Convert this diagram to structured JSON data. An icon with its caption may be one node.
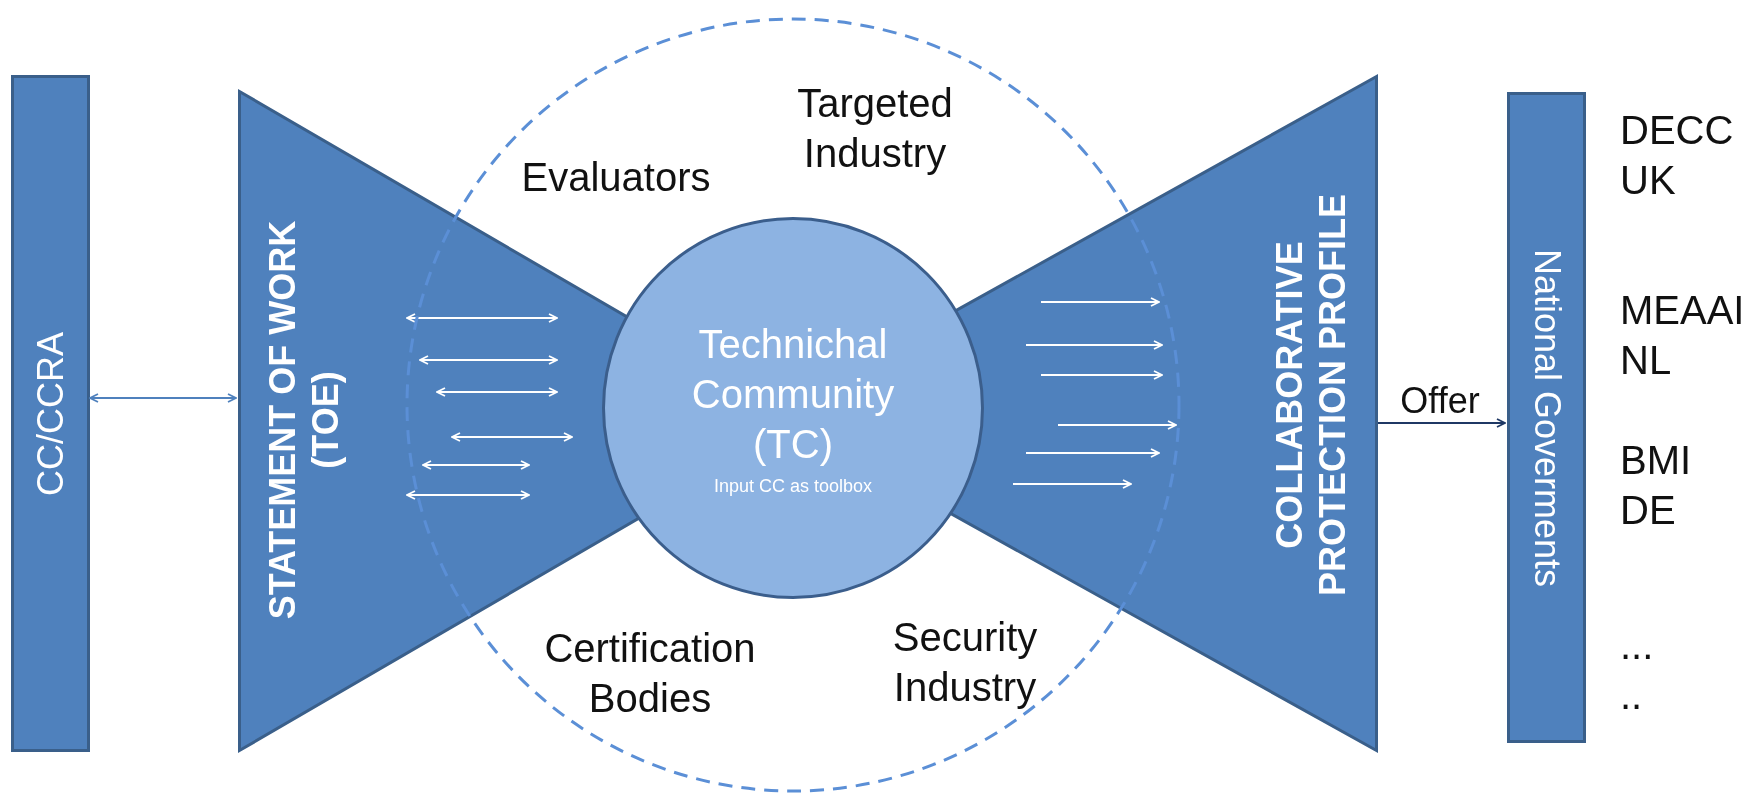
{
  "diagram": {
    "nodes": [
      {
        "text": [
          "CC/CCRA"
        ]
      },
      {
        "text": [
          "STATEMENT OF WORK (TOE)"
        ]
      },
      {
        "text": [],
        "shape": "circle"
      },
      {
        "text": [
          "Technichal Community (TC)",
          "Input CC as toolbox"
        ],
        "in": 2
      },
      {
        "text": [
          "COLLABORATIVE PROTECTION PROFILE"
        ]
      },
      {
        "text": [
          "National Goverments"
        ],
        "beside": [
          "DECC UK",
          "MEAAI NL",
          "BMI DE",
          "...",
          ".."
        ]
      }
    ],
    "edges": [
      {
        "from": 0,
        "to": 1,
        "arrow": "both",
        "color": "#4f81bd"
      },
      {
        "from": 4,
        "to": 5,
        "arrow": "to",
        "label": "Offer"
      }
    ],
    "labels": [
      "Targeted Industry",
      "Evaluators",
      "Certification Bodies",
      "Security Industry"
    ]
  }
}
